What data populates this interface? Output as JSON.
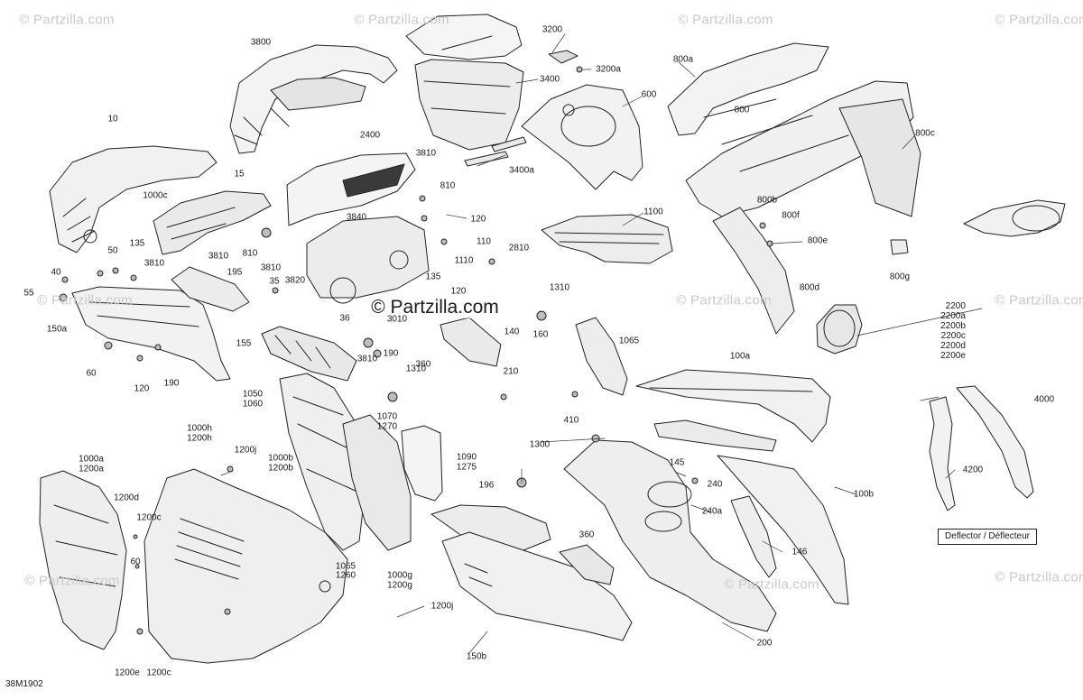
{
  "diagram": {
    "diagram_code": "38M1902",
    "center_watermark": "© Partzilla.com",
    "corner_watermark": "© Partzilla.com",
    "deflector_label": "Deflector / Déflecteur",
    "callouts": [
      {
        "id": "c3800",
        "text": "3800"
      },
      {
        "id": "c3200",
        "text": "3200"
      },
      {
        "id": "c3200a",
        "text": "3200a"
      },
      {
        "id": "c3400",
        "text": "3400"
      },
      {
        "id": "c600",
        "text": "600"
      },
      {
        "id": "c800a",
        "text": "800a"
      },
      {
        "id": "c800",
        "text": "800"
      },
      {
        "id": "c800c",
        "text": "800c"
      },
      {
        "id": "c10",
        "text": "10"
      },
      {
        "id": "c1000c",
        "text": "1000c"
      },
      {
        "id": "c15",
        "text": "15"
      },
      {
        "id": "c2400",
        "text": "2400"
      },
      {
        "id": "c3810a",
        "text": "3810"
      },
      {
        "id": "c810a",
        "text": "810"
      },
      {
        "id": "c3400a",
        "text": "3400a"
      },
      {
        "id": "c120a",
        "text": "120"
      },
      {
        "id": "c3840",
        "text": "3840"
      },
      {
        "id": "c1100",
        "text": "1100"
      },
      {
        "id": "c800b",
        "text": "800b"
      },
      {
        "id": "c800f",
        "text": "800f"
      },
      {
        "id": "c800e",
        "text": "800e"
      },
      {
        "id": "c800g",
        "text": "800g"
      },
      {
        "id": "c50",
        "text": "50"
      },
      {
        "id": "c135a",
        "text": "135"
      },
      {
        "id": "c810b",
        "text": "810"
      },
      {
        "id": "c110",
        "text": "110"
      },
      {
        "id": "c2810",
        "text": "2810"
      },
      {
        "id": "c40",
        "text": "40"
      },
      {
        "id": "c3810b",
        "text": "3810"
      },
      {
        "id": "c3810c",
        "text": "3810"
      },
      {
        "id": "c195",
        "text": "195"
      },
      {
        "id": "c3810d",
        "text": "3810"
      },
      {
        "id": "c3820",
        "text": "3820"
      },
      {
        "id": "c1110",
        "text": "1110"
      },
      {
        "id": "c135b",
        "text": "135"
      },
      {
        "id": "c55",
        "text": "55"
      },
      {
        "id": "c35",
        "text": "35"
      },
      {
        "id": "c120b",
        "text": "120"
      },
      {
        "id": "c1310a",
        "text": "1310"
      },
      {
        "id": "c800d",
        "text": "800d"
      },
      {
        "id": "c36",
        "text": "36"
      },
      {
        "id": "c3010",
        "text": "3010"
      },
      {
        "id": "c140",
        "text": "140"
      },
      {
        "id": "c160",
        "text": "160"
      },
      {
        "id": "c150a",
        "text": "150a"
      },
      {
        "id": "c1065a",
        "text": "1065"
      },
      {
        "id": "c155",
        "text": "155"
      },
      {
        "id": "c3810e",
        "text": "3810"
      },
      {
        "id": "c60a",
        "text": "60"
      },
      {
        "id": "c190a",
        "text": "190"
      },
      {
        "id": "c190b",
        "text": "190"
      },
      {
        "id": "c360a",
        "text": "360"
      },
      {
        "id": "c100a",
        "text": "100a"
      },
      {
        "id": "c120c",
        "text": "120"
      },
      {
        "id": "c1310b",
        "text": "1310"
      },
      {
        "id": "c210",
        "text": "210"
      },
      {
        "id": "c410",
        "text": "410"
      },
      {
        "id": "c1050",
        "text": "1050"
      },
      {
        "id": "c1060",
        "text": "1060"
      },
      {
        "id": "c1070",
        "text": "1070"
      },
      {
        "id": "c1270",
        "text": "1270"
      },
      {
        "id": "c4000",
        "text": "4000"
      },
      {
        "id": "c1000h",
        "text": "1000h"
      },
      {
        "id": "c1200h",
        "text": "1200h"
      },
      {
        "id": "c1300",
        "text": "1300"
      },
      {
        "id": "c1200j_a",
        "text": "1200j"
      },
      {
        "id": "c1000b",
        "text": "1000b"
      },
      {
        "id": "c1200b",
        "text": "1200b"
      },
      {
        "id": "c1090",
        "text": "1090"
      },
      {
        "id": "c1275",
        "text": "1275"
      },
      {
        "id": "c145",
        "text": "145"
      },
      {
        "id": "c1000a",
        "text": "1000a"
      },
      {
        "id": "c1200a",
        "text": "1200a"
      },
      {
        "id": "c240",
        "text": "240"
      },
      {
        "id": "c196",
        "text": "196"
      },
      {
        "id": "c100b",
        "text": "100b"
      },
      {
        "id": "c4200",
        "text": "4200"
      },
      {
        "id": "c240a",
        "text": "240a"
      },
      {
        "id": "c1200d",
        "text": "1200d"
      },
      {
        "id": "c1200c_a",
        "text": "1200c"
      },
      {
        "id": "c146",
        "text": "146"
      },
      {
        "id": "c360b",
        "text": "360"
      },
      {
        "id": "c60b",
        "text": "60"
      },
      {
        "id": "c1065b",
        "text": "1065"
      },
      {
        "id": "c1260",
        "text": "1260"
      },
      {
        "id": "c1000g",
        "text": "1000g"
      },
      {
        "id": "c1200g",
        "text": "1200g"
      },
      {
        "id": "c1200j_b",
        "text": "1200j"
      },
      {
        "id": "c200",
        "text": "200"
      },
      {
        "id": "c150b",
        "text": "150b"
      },
      {
        "id": "c1200e",
        "text": "1200e"
      },
      {
        "id": "c1200c_b",
        "text": "1200c"
      }
    ],
    "callout_2200_stack": [
      "2200",
      "2200a",
      "2200b",
      "2200c",
      "2200d",
      "2200e"
    ]
  }
}
